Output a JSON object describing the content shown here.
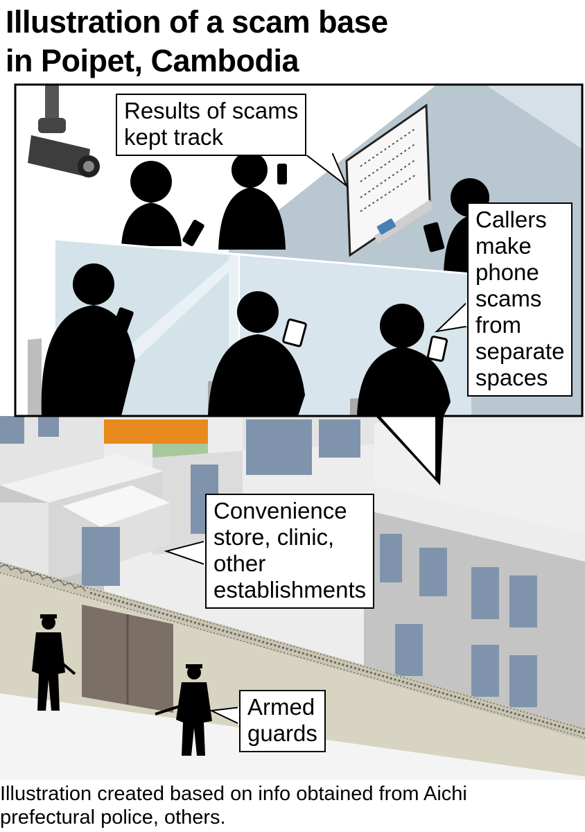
{
  "title": {
    "line1": "Illustration of a scam base",
    "line2": "in Poipet, Cambodia"
  },
  "labels": {
    "results": [
      "Results of scams",
      "kept track"
    ],
    "callers": [
      "Callers",
      "make",
      "phone",
      "scams",
      "from",
      "separate",
      "spaces"
    ],
    "stores": [
      "Convenience",
      "store, clinic,",
      "other",
      "establishments"
    ],
    "guards": [
      "Armed",
      "guards"
    ]
  },
  "footer": {
    "line1": "Illustration created based on info obtained from Aichi",
    "line2": "prefectural police, others."
  },
  "colors": {
    "room_back_wall": "#b9c7d1",
    "partition": "#d4e2ea",
    "building": "#dcdcdc",
    "window": "#7f93ad",
    "wall": "#d8d4c2",
    "gate": "#7b6f66",
    "roof_orange": "#e88a1e",
    "roof_green": "#a8c79a",
    "silhouette": "#000000"
  },
  "icons": [
    "cctv-camera-icon",
    "person-silhouette-icon",
    "soldier-silhouette-icon",
    "whiteboard-icon",
    "smartphone-icon",
    "razor-wire-icon"
  ]
}
